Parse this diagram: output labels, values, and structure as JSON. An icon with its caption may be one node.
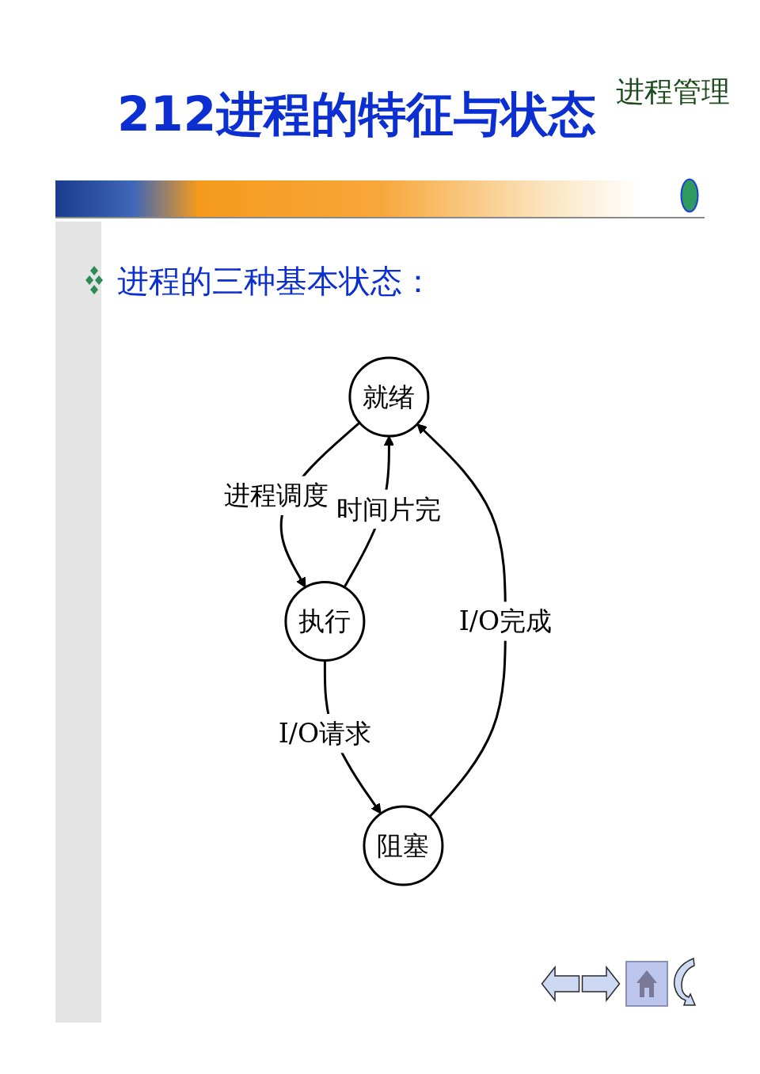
{
  "diagram": {
    "title": "212进程的特征与状态",
    "nodes": [
      {
        "text": [
          "就绪"
        ]
      },
      {
        "text": [
          "执行"
        ]
      },
      {
        "text": [
          "阻塞"
        ]
      }
    ],
    "edges": [
      {
        "from": 0,
        "to": 1,
        "arrow": "to",
        "label": "进程调度"
      },
      {
        "from": 1,
        "to": 0,
        "arrow": "to",
        "label": "时间片完"
      },
      {
        "from": 1,
        "to": 2,
        "arrow": "to",
        "label": "I/O请求"
      },
      {
        "from": 2,
        "to": 0,
        "arrow": "to",
        "label": "I/O完成"
      }
    ],
    "labels": [
      "进程管理",
      "进程的三种基本状态："
    ]
  }
}
